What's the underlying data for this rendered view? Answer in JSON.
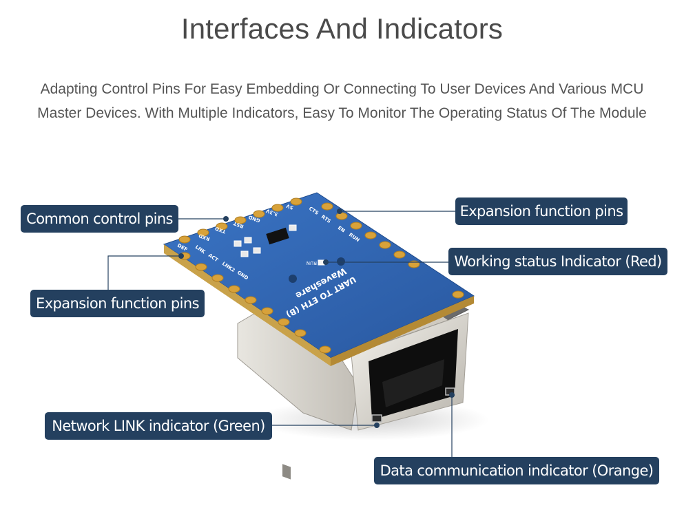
{
  "header": {
    "title": "Interfaces And Indicators",
    "subtitle_lines": [
      "Adapting Control Pins For Easy Embedding Or Connecting To User Devices And Various MCU",
      "Master Devices. With Multiple Indicators, Easy To Monitor The Operating Status Of The Module"
    ]
  },
  "callouts": [
    {
      "id": "common-control-pins",
      "label": "Common control pins"
    },
    {
      "id": "expansion-function-pins-right",
      "label": "Expansion function pins"
    },
    {
      "id": "expansion-function-pins-left",
      "label": "Expansion function pins"
    },
    {
      "id": "working-status-indicator",
      "label": "Working status Indicator (Red)"
    },
    {
      "id": "network-link-indicator",
      "label": "Network LINK indicator (Green)"
    },
    {
      "id": "data-communication-indicator",
      "label": "Data communication indicator (Orange)"
    }
  ],
  "board": {
    "brand": "Waveshare",
    "model": "UART TO ETH (B)",
    "led_label": "RUN",
    "top_pin_labels": [
      "DEF",
      "RXD",
      "TXD",
      "RST",
      "GND",
      "3.3V",
      "5V"
    ],
    "right_pin_labels": [
      "CTS",
      "RTS",
      "EN",
      "RUN"
    ],
    "left_pin_labels": [
      "LNK",
      "ACT",
      "LNK2",
      "GND"
    ]
  },
  "colors": {
    "callout_bg": "#24405f",
    "callout_text": "#ffffff",
    "leader_line": "#24405f",
    "pcb_blue": "#2f66b3",
    "pad_gold": "#d8a23a",
    "title_text": "#4a4a4a",
    "body_text": "#555555"
  }
}
